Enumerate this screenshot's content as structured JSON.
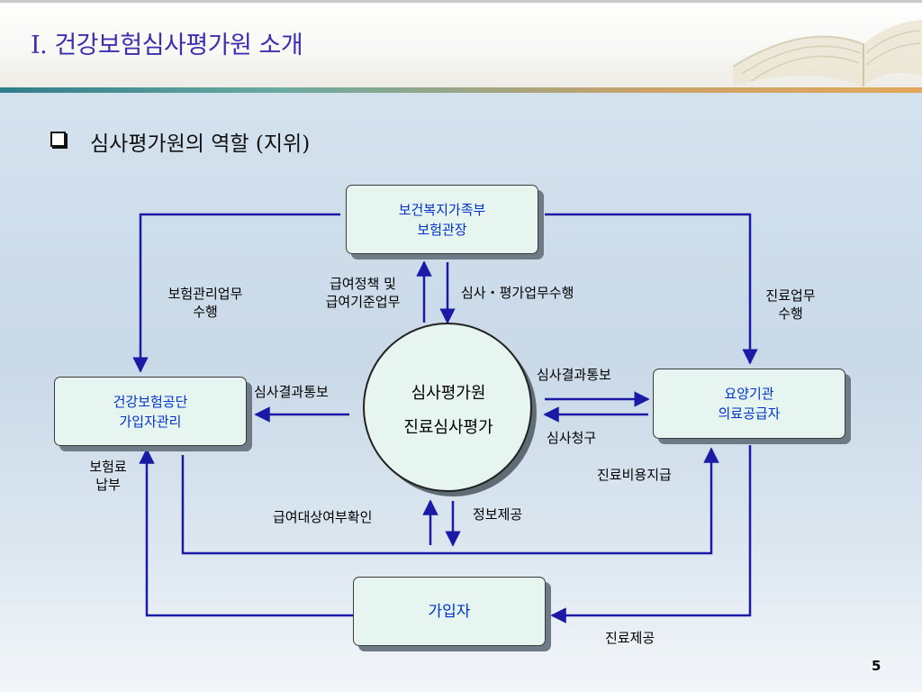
{
  "slide": {
    "title": "Ⅰ. 건강보험심사평가원 소개",
    "subtitle": "심사평가원의 역할 (지위)",
    "page_number": "5"
  },
  "diagram": {
    "nodes": {
      "ministry": {
        "line1": "보건복지가족부",
        "line2": "보험관장"
      },
      "nhis": {
        "line1": "건강보험공단",
        "line2": "가입자관리"
      },
      "hira": {
        "line1": "심사평가원",
        "line2": "진료심사평가"
      },
      "provider": {
        "line1": "요양기관",
        "line2": "의료공급자"
      },
      "subscriber": {
        "line1": "가입자"
      }
    },
    "edges": {
      "insurance_mgmt": {
        "line1": "보험관리업무",
        "line2": "수행"
      },
      "benefit_policy": {
        "line1": "급여정책 및",
        "line2": "급여기준업무"
      },
      "review_eval": "심사・평가업무수행",
      "care_work": {
        "line1": "진료업무",
        "line2": "수행"
      },
      "review_result_left": "심사결과통보",
      "review_result_right": "심사결과통보",
      "review_claim": "심사청구",
      "premium": {
        "line1": "보험료",
        "line2": "납부"
      },
      "care_payment": "진료비용지급",
      "eligibility_check": "급여대상여부확인",
      "info_provision": "정보제공",
      "care_provision": "진료제공"
    }
  },
  "colors": {
    "title": "#3b2fb0",
    "box_text": "#0033cc",
    "box_fill": "#e6f5ef",
    "arrow": "#1a1aa6"
  }
}
